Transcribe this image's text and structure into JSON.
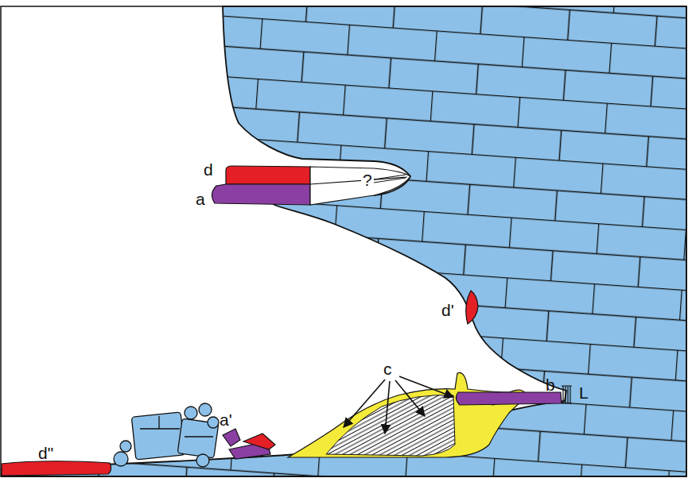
{
  "diagram": {
    "labels": [
      "d",
      "a",
      "?",
      "d'",
      "c",
      "b",
      "L",
      "a'",
      "d\""
    ]
  }
}
